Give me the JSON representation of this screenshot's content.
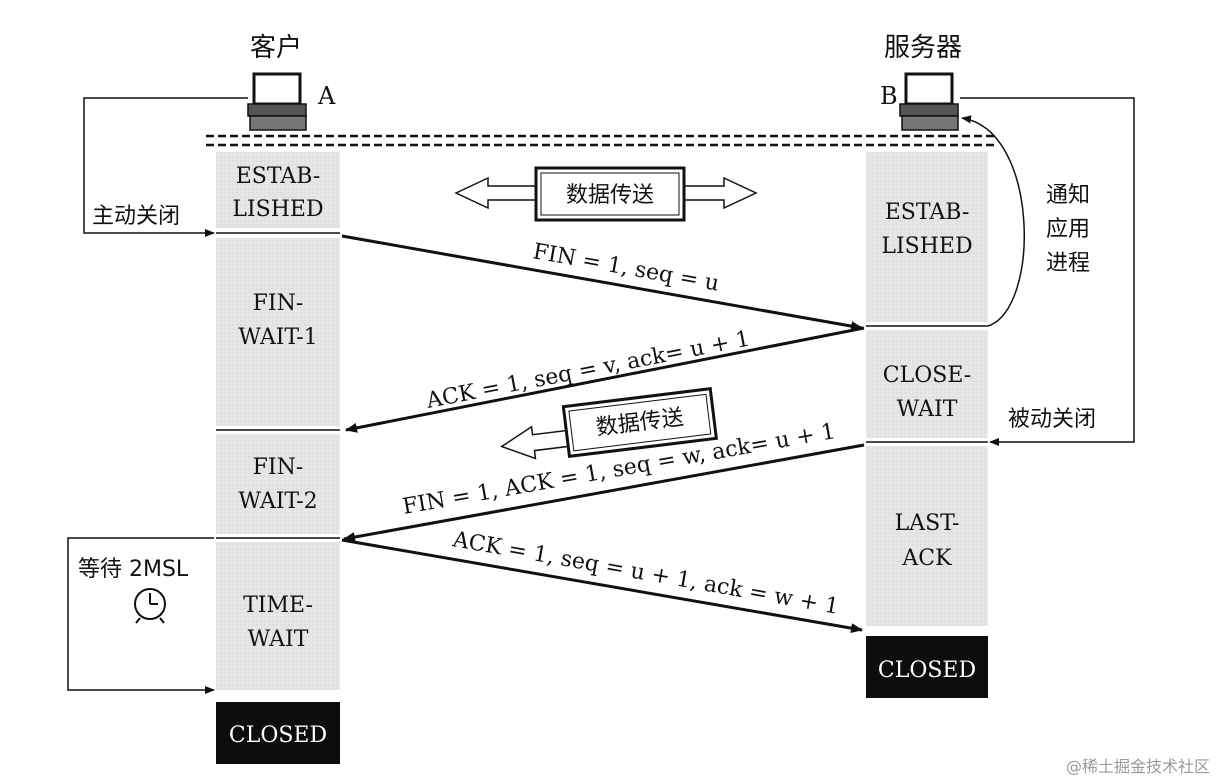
{
  "client": {
    "title": "客户",
    "letter": "A",
    "active_close": "主动关闭",
    "wait_2msl": "等待 2MSL",
    "states": [
      "ESTAB-",
      "LISHED",
      "FIN-",
      "WAIT-1",
      "FIN-",
      "WAIT-2",
      "TIME-",
      "WAIT"
    ],
    "closed": "CLOSED"
  },
  "server": {
    "title": "服务器",
    "letter": "B",
    "notify_app": [
      "通知",
      "应用",
      "进程"
    ],
    "passive_close": "被动关闭",
    "states": [
      "ESTAB-",
      "LISHED",
      "CLOSE-",
      "WAIT",
      "LAST-",
      "ACK"
    ],
    "closed": "CLOSED"
  },
  "data_transfer_top": "数据传送",
  "data_transfer_mid": "数据传送",
  "messages": [
    "FIN = 1, seq = u",
    "ACK = 1, seq = v, ack= u + 1",
    "FIN = 1, ACK = 1, seq = w, ack= u + 1",
    "ACK = 1, seq = u + 1, ack = w + 1"
  ],
  "watermark": "@稀土掘金技术社区",
  "colors": {
    "state_fill": "#e5e5e5",
    "closed_fill": "#0d0d0d",
    "line": "#111111"
  }
}
